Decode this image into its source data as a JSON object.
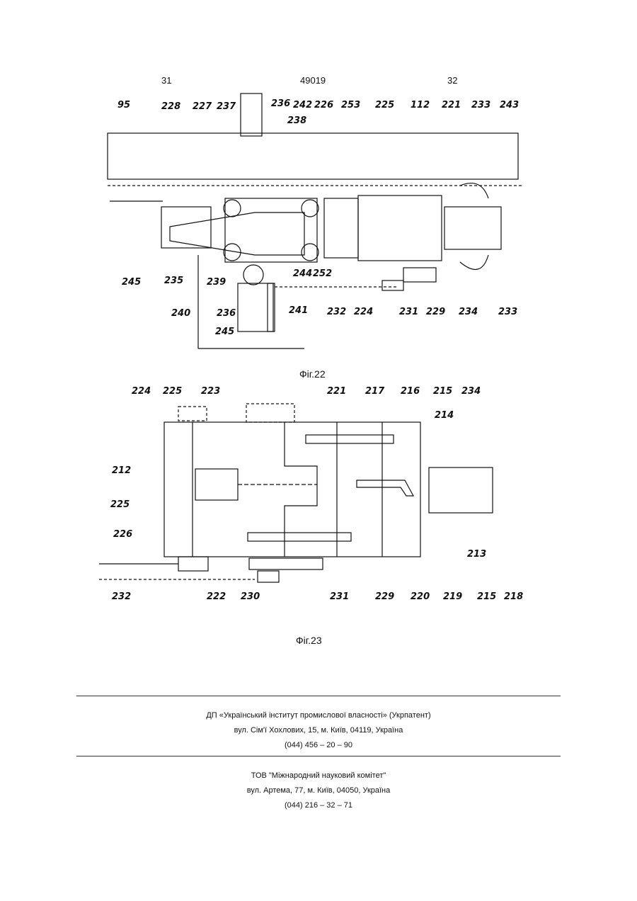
{
  "header": {
    "page_left": "31",
    "doc_number": "49019",
    "page_right": "32"
  },
  "fig22": {
    "caption": "Фіг.22",
    "labels": [
      "95",
      "228",
      "227",
      "237",
      "236",
      "242",
      "226",
      "253",
      "225",
      "112",
      "221",
      "233",
      "243",
      "238",
      "245",
      "235",
      "239",
      "244",
      "252",
      "240",
      "236",
      "241",
      "232",
      "224",
      "231",
      "229",
      "234",
      "233",
      "245"
    ]
  },
  "fig23": {
    "caption": "Фіг.23",
    "labels": [
      "224",
      "225",
      "223",
      "221",
      "217",
      "216",
      "215",
      "234",
      "214",
      "212",
      "225",
      "226",
      "213",
      "232",
      "222",
      "230",
      "231",
      "229",
      "220",
      "219",
      "215",
      "218"
    ]
  },
  "footer": {
    "org1": {
      "name": "ДП «Український інститут промислової власності» (Укрпатент)",
      "address": "вул. Сім'ї Хохлових, 15, м. Київ, 04119, Україна",
      "phone": "(044) 456 – 20 – 90"
    },
    "org2": {
      "name": "ТОВ \"Міжнародний науковий комітет\"",
      "address": "вул. Артема, 77, м. Київ, 04050, Україна",
      "phone": "(044) 216 – 32 – 71"
    }
  }
}
